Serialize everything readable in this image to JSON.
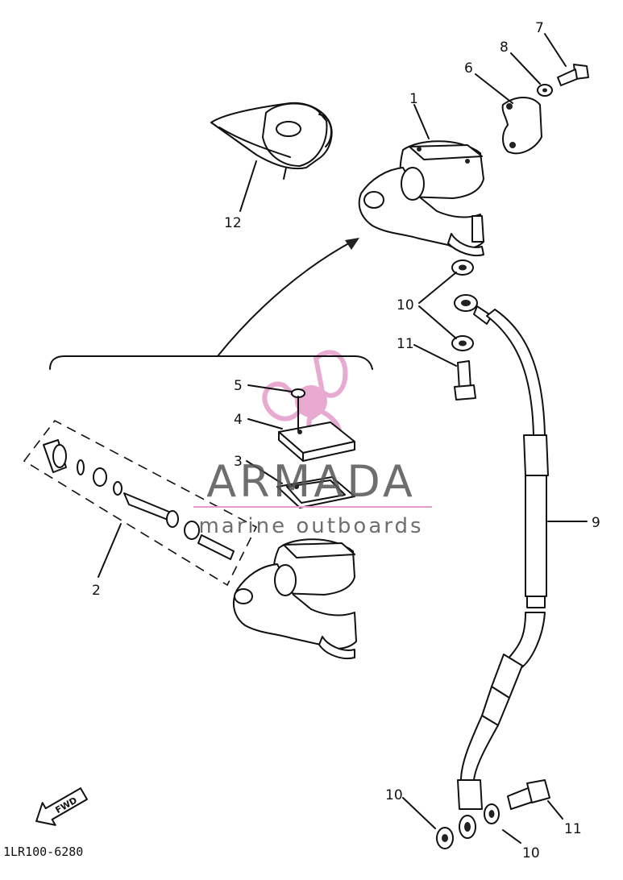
{
  "callouts": {
    "c1": "1",
    "c2": "2",
    "c3": "3",
    "c4": "4",
    "c5": "5",
    "c6": "6",
    "c7": "7",
    "c8": "8",
    "c9": "9",
    "c10a": "10",
    "c10b": "10",
    "c10c": "10",
    "c11a": "11",
    "c11b": "11",
    "c12": "12"
  },
  "watermark": {
    "brand": "ARMADA",
    "tagline": "marine outboards",
    "brand_color": "#555555",
    "accent_color": "#e59cc8"
  },
  "direction_badge": "FWD",
  "drawing_code": "1LR100-6280",
  "icons": [
    "fwd-arrow-icon",
    "propeller-logo-icon"
  ]
}
